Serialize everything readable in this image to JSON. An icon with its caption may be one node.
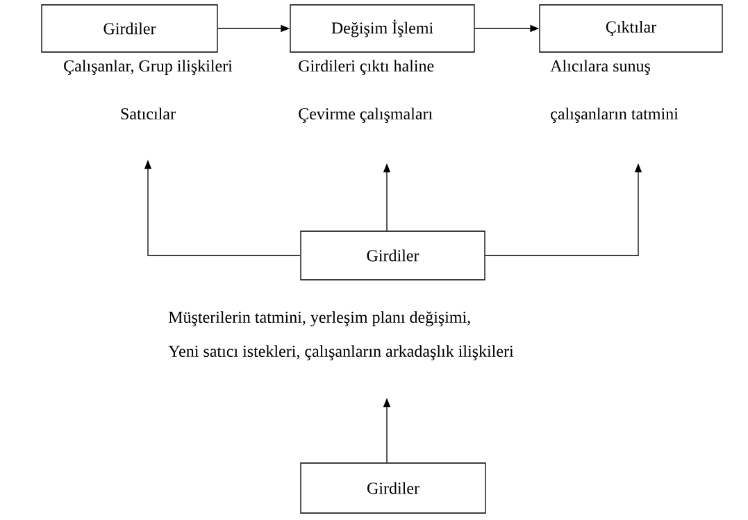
{
  "diagram": {
    "nodes": [
      {
        "text": [
          "Girdiler"
        ]
      },
      {
        "text": [
          "Değişim İşlemi"
        ]
      },
      {
        "text": [
          "Çıktılar"
        ]
      },
      {
        "text": [
          "Çalışanlar, Grup ilişkileri",
          "Satıcılar"
        ]
      },
      {
        "text": [
          "Girdileri çıktı haline",
          "Çevirme çalışmaları"
        ]
      },
      {
        "text": [
          "Alıcılara sunuş",
          "çalışanların tatmini"
        ]
      },
      {
        "text": [
          "Girdiler"
        ]
      },
      {
        "text": [
          "Müşterilerin tatmini, yerleşim planı değişimi,",
          "Yeni satıcı istekleri, çalışanların arkadaşlık ilişkileri"
        ]
      },
      {
        "text": [
          "Girdiler"
        ]
      }
    ],
    "edges": [
      {
        "from": 0,
        "to": 1,
        "arrow": "to"
      },
      {
        "from": 1,
        "to": 2,
        "arrow": "to"
      },
      {
        "from": 6,
        "to": 3,
        "arrow": "to"
      },
      {
        "from": 6,
        "to": 4,
        "arrow": "to"
      },
      {
        "from": 6,
        "to": 5,
        "arrow": "to"
      },
      {
        "from": 8,
        "to": 7,
        "arrow": "to"
      }
    ]
  }
}
